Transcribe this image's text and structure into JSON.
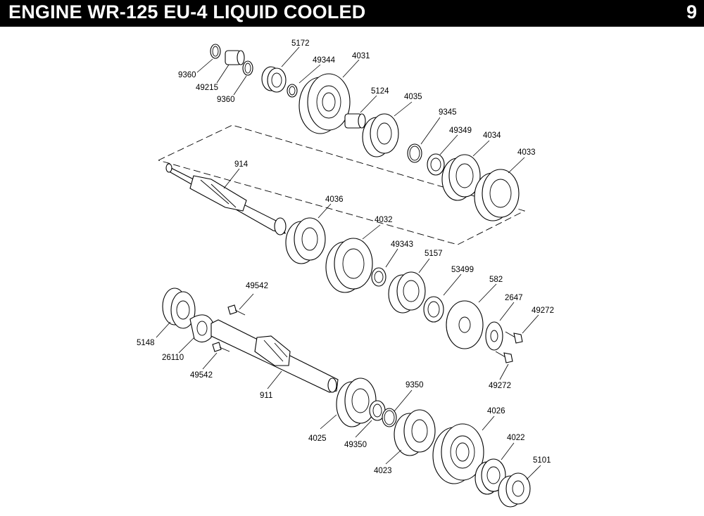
{
  "header": {
    "title": "ENGINE WR-125 EU-4 LIQUID COOLED",
    "page_number": "9"
  },
  "parts": [
    "9360",
    "49215",
    "9360",
    "5172",
    "49344",
    "4031",
    "5124",
    "4035",
    "9345",
    "49349",
    "4034",
    "4033",
    "914",
    "4036",
    "4032",
    "49343",
    "5157",
    "53499",
    "582",
    "2647",
    "49272",
    "49272",
    "49542",
    "5148",
    "26110",
    "49542",
    "911",
    "9350",
    "4025",
    "49350",
    "4026",
    "4022",
    "4023",
    "5101"
  ]
}
